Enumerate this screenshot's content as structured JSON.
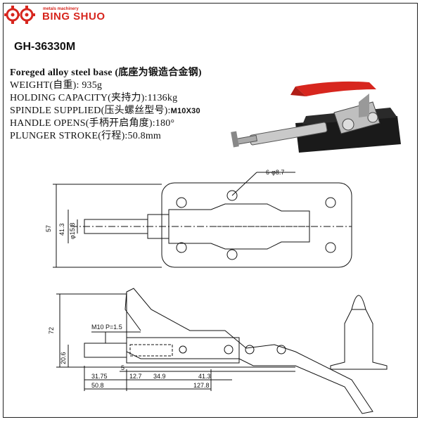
{
  "brand": {
    "tagline": "metals machinery",
    "name": "BING SHUO",
    "colors": {
      "red": "#d7261e"
    }
  },
  "model": "GH-36330M",
  "specs": {
    "material": "Foreged alloy steel base (底座为锻造合金钢)",
    "weight": "WEIGHT(自重): 935g",
    "holding_capacity": "HOLDING CAPACITY(夹持力):1136kg",
    "spindle_label": "SPINDLE SUPPLIED(压头螺丝型号):",
    "spindle_value": "M10X30",
    "handle_opens": "HANDLE OPENS(手柄开启角度):180°",
    "plunger_stroke": "PLUNGER STROKE(行程):50.8mm"
  },
  "photo": {
    "icon": "toggle-clamp-photo",
    "handle_color": "#d7261e"
  },
  "drawing": {
    "holes": "6-φ8.7",
    "height_57": "57",
    "width_41_3": "41.3",
    "dia_15_8": "φ15.8",
    "thread": "M10  P=1.5",
    "height_72": "72",
    "height_20_6": "20.6",
    "dim_5": "5",
    "dim_31_75": "31.75",
    "dim_12_7": "12.7",
    "dim_34_9": "34.9",
    "dim_41_3": "41.3",
    "dim_50_8": "50.8",
    "dim_127_8": "127.8"
  }
}
